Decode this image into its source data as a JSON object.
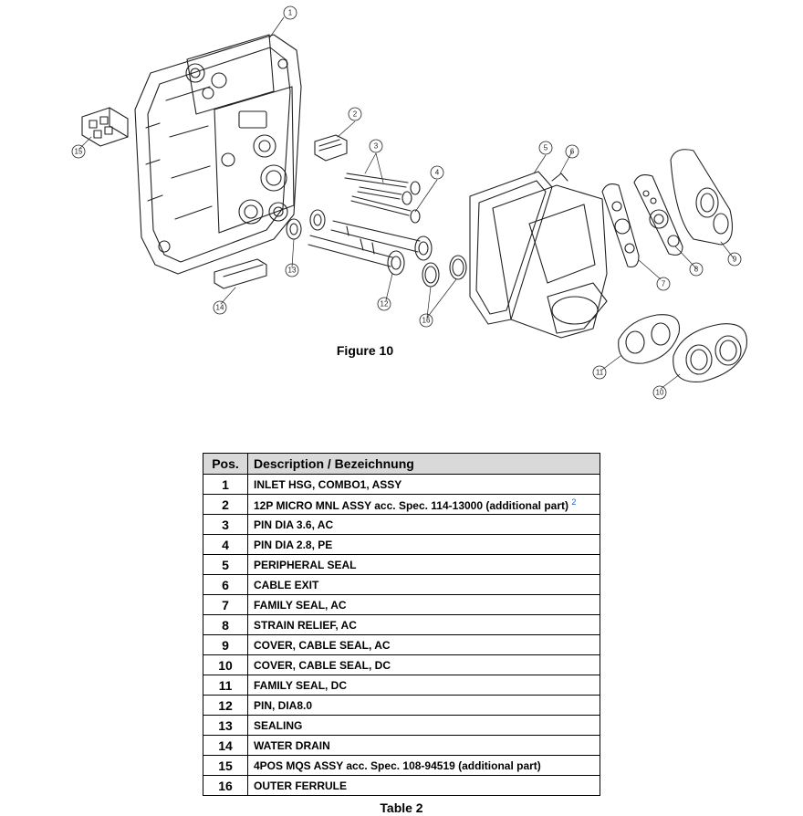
{
  "figure": {
    "caption": "Figure 10",
    "callouts": [
      "1",
      "2",
      "3",
      "4",
      "5",
      "6",
      "7",
      "8",
      "9",
      "10",
      "11",
      "12",
      "13",
      "14",
      "15",
      "16"
    ]
  },
  "table": {
    "headers": {
      "pos": "Pos.",
      "desc": "Description / Bezeichnung"
    },
    "rows": [
      {
        "pos": "1",
        "desc": "INLET HSG, COMBO1, ASSY",
        "note": ""
      },
      {
        "pos": "2",
        "desc": "12P MICRO MNL ASSY acc. Spec. 114-13000 (additional part)",
        "note": "2"
      },
      {
        "pos": "3",
        "desc": "PIN DIA 3.6, AC",
        "note": ""
      },
      {
        "pos": "4",
        "desc": "PIN DIA 2.8, PE",
        "note": ""
      },
      {
        "pos": "5",
        "desc": "PERIPHERAL SEAL",
        "note": ""
      },
      {
        "pos": "6",
        "desc": "CABLE EXIT",
        "note": ""
      },
      {
        "pos": "7",
        "desc": "FAMILY SEAL, AC",
        "note": ""
      },
      {
        "pos": "8",
        "desc": "STRAIN RELIEF, AC",
        "note": ""
      },
      {
        "pos": "9",
        "desc": "COVER, CABLE SEAL, AC",
        "note": ""
      },
      {
        "pos": "10",
        "desc": "COVER, CABLE SEAL, DC",
        "note": ""
      },
      {
        "pos": "11",
        "desc": "FAMILY SEAL, DC",
        "note": ""
      },
      {
        "pos": "12",
        "desc": "PIN, DIA8.0",
        "note": ""
      },
      {
        "pos": "13",
        "desc": "SEALING",
        "note": ""
      },
      {
        "pos": "14",
        "desc": "WATER DRAIN",
        "note": ""
      },
      {
        "pos": "15",
        "desc": "4POS MQS ASSY acc. Spec. 108-94519 (additional part)",
        "note": ""
      },
      {
        "pos": "16",
        "desc": "OUTER FERRULE",
        "note": ""
      }
    ],
    "caption": "Table 2"
  }
}
